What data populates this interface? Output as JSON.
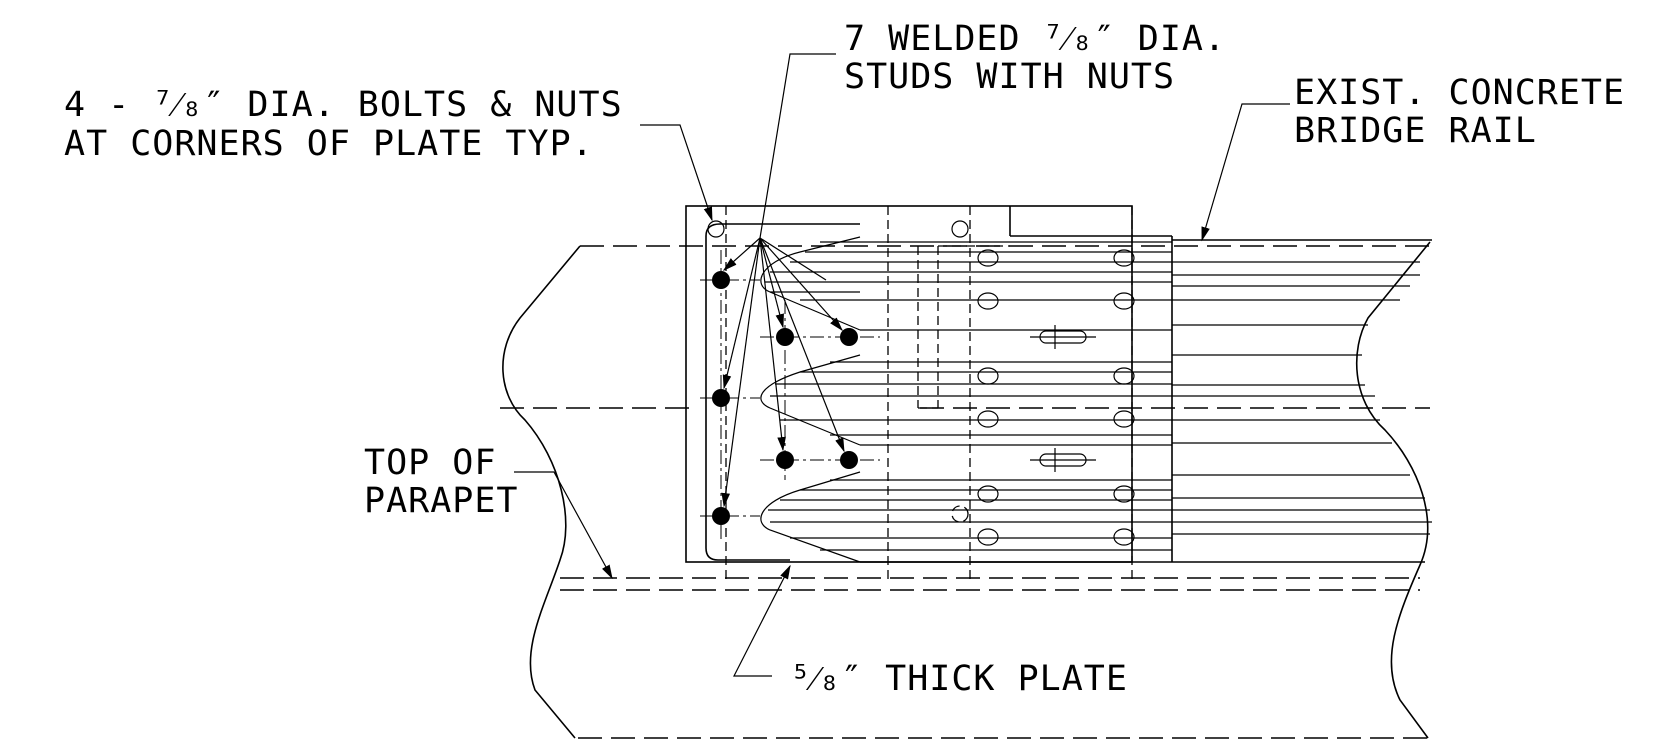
{
  "labels": {
    "studs_line1": "7 WELDED ⁷⁄₈″ DIA.",
    "studs_line2": "STUDS WITH NUTS",
    "bolts_line1": "4 - ⁷⁄₈″ DIA. BOLTS & NUTS",
    "bolts_line2": "AT CORNERS OF PLATE TYP.",
    "rail_line1": "EXIST. CONCRETE",
    "rail_line2": "BRIDGE RAIL",
    "parapet_line1": "TOP OF",
    "parapet_line2": "PARAPET",
    "plate": "⁵⁄₈″ THICK PLATE"
  }
}
